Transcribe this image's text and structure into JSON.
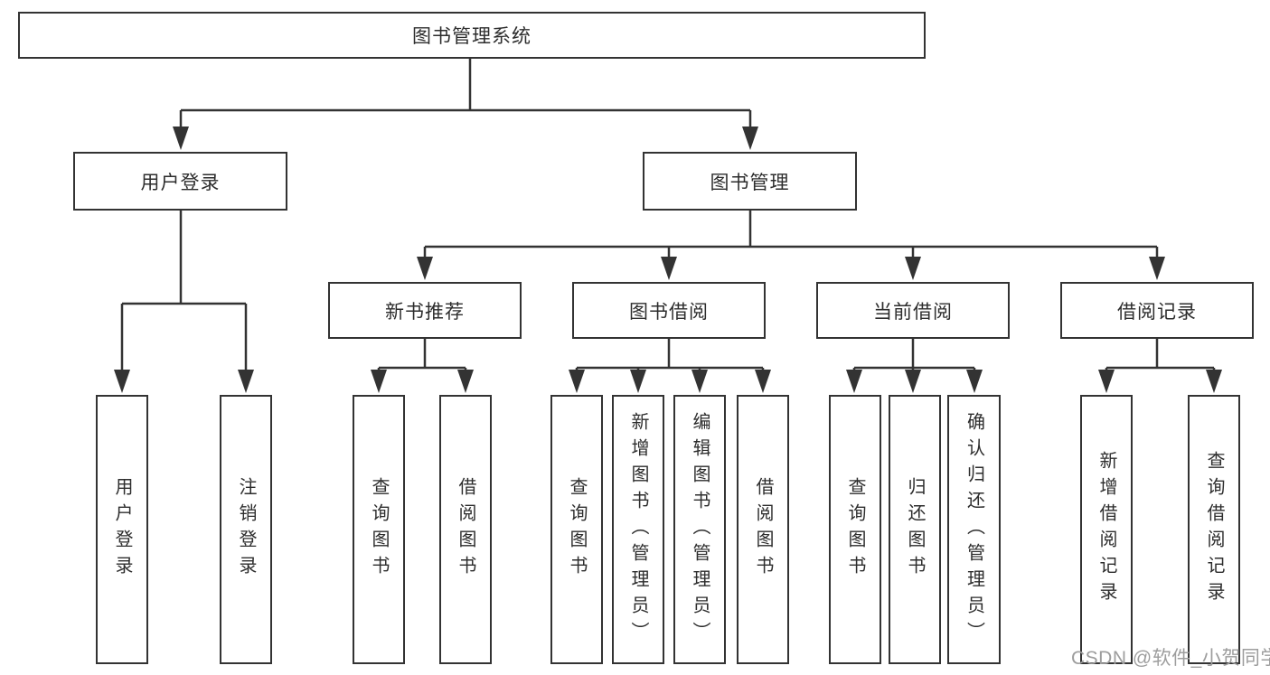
{
  "diagram_type": "hierarchy-functional-structure",
  "colors": {
    "line": "#333333",
    "box_border": "#333333",
    "text": "#2d2d2d",
    "watermark": "#9d9d9d",
    "background": "#ffffff"
  },
  "tree": {
    "root": {
      "label": "图书管理系统"
    },
    "branches": [
      {
        "label": "用户登录",
        "children": [
          {
            "label": "用户登录"
          },
          {
            "label": "注销登录"
          }
        ]
      },
      {
        "label": "图书管理",
        "groups": [
          {
            "label": "新书推荐",
            "children": [
              {
                "label": "查询图书"
              },
              {
                "label": "借阅图书"
              }
            ]
          },
          {
            "label": "图书借阅",
            "children": [
              {
                "label": "查询图书"
              },
              {
                "label": "新增图书（管理员）"
              },
              {
                "label": "编辑图书（管理员）"
              },
              {
                "label": "借阅图书"
              }
            ]
          },
          {
            "label": "当前借阅",
            "children": [
              {
                "label": "查询图书"
              },
              {
                "label": "归还图书"
              },
              {
                "label": "确认归还（管理员）"
              }
            ]
          },
          {
            "label": "借阅记录",
            "children": [
              {
                "label": "新增借阅记录"
              },
              {
                "label": "查询借阅记录"
              }
            ]
          }
        ]
      }
    ]
  },
  "watermark": {
    "text": "CSDN @软件_小贺同学"
  }
}
